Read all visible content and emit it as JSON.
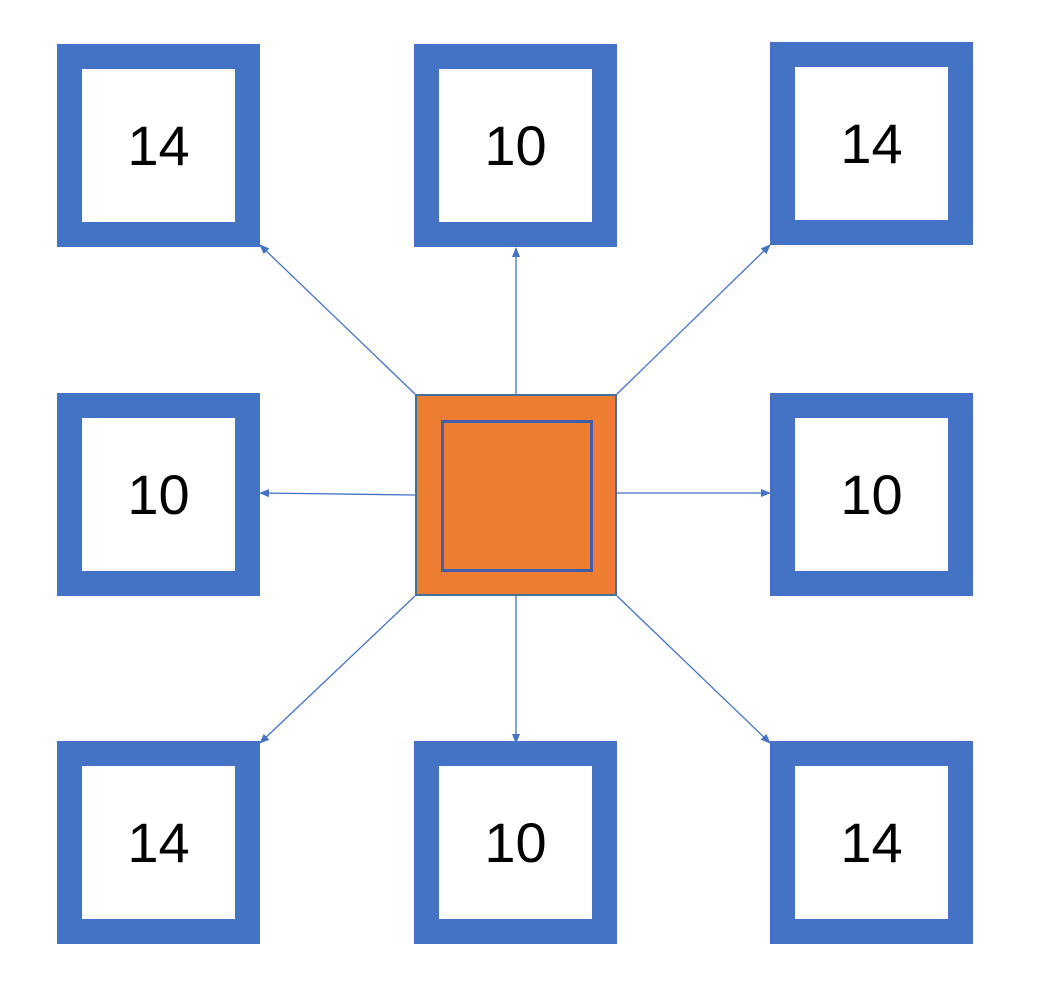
{
  "colors": {
    "node_border": "#4472C4",
    "node_fill": "#FFFFFF",
    "center_fill": "#ED7D31",
    "center_inner_border": "#3F5FA8",
    "arrow": "#4472C4"
  },
  "nodes": {
    "top_left": {
      "label": "14"
    },
    "top_middle": {
      "label": "10"
    },
    "top_right": {
      "label": "14"
    },
    "middle_left": {
      "label": "10"
    },
    "middle_right": {
      "label": "10"
    },
    "bottom_left": {
      "label": "14"
    },
    "bottom_middle": {
      "label": "10"
    },
    "bottom_right": {
      "label": "14"
    }
  }
}
